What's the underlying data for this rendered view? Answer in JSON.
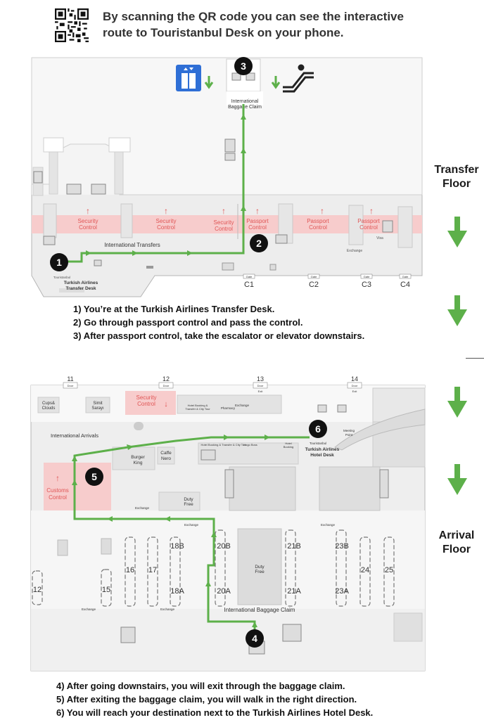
{
  "intro": {
    "line1": "By scanning the QR code you can see the interactive",
    "line2": "route to Touristanbul Desk on your phone."
  },
  "floors": {
    "transfer": [
      "Transfer",
      "Floor"
    ],
    "arrival": [
      "Arrival",
      "Floor"
    ]
  },
  "transfer_map": {
    "security": [
      "Security",
      "Control"
    ],
    "passport": [
      "Passport",
      "Control"
    ],
    "international_transfers": "International Transfers",
    "baggage_claim": [
      "International",
      "Baggage Claim"
    ],
    "transfer_desk": [
      "Touristanbul",
      "Turkish Airlines",
      "Transfer Desk"
    ],
    "exchange": "Exchange",
    "visa": "Visa",
    "gate_word": "Gate",
    "gates": [
      "C1",
      "C2",
      "C3",
      "C4"
    ]
  },
  "arrival_map": {
    "doors": [
      "11",
      "12",
      "13",
      "14"
    ],
    "door_word": "Door",
    "exit_word": "Exit",
    "cups_clouds": [
      "Cups&",
      "Clouds"
    ],
    "simit": [
      "Simit",
      "Sarayı"
    ],
    "security": [
      "Security",
      "Control"
    ],
    "hotel_booking": [
      "Hotel Booking &",
      "Transfer & City Tour"
    ],
    "pharmacy": "Pharmacy",
    "exchange": "Exchange",
    "international_arrivals": "International Arrivals",
    "hotel_booking_2": "Hotel Booking & Transfer & City Tour",
    "hugo": "Hugo Boss",
    "hotel_booking_3": [
      "Hotel",
      "Booking"
    ],
    "burger_king": [
      "Burger",
      "King"
    ],
    "caffe_nero": [
      "Caffe",
      "Nero"
    ],
    "touristanbul": "Touristanbul",
    "hotel_desk": [
      "Turkish Airlines",
      "Hotel Desk"
    ],
    "meeting_point": [
      "Meeting",
      "Point"
    ],
    "customs": [
      "Customs",
      "Control"
    ],
    "duty_free": [
      "Duty",
      "Free"
    ],
    "baggage_claim": "International Baggage Claim",
    "carousels": [
      "12",
      "15",
      "16",
      "17",
      "18B",
      "18A",
      "20B",
      "20A",
      "21B",
      "21A",
      "23B",
      "23A",
      "24",
      "25"
    ]
  },
  "markers": [
    "1",
    "2",
    "3",
    "4",
    "5",
    "6"
  ],
  "steps_top": [
    {
      "pre": "1) You’re at the ",
      "bold": "Turkish Airlines Transfer Desk",
      "post": "."
    },
    {
      "pre": "2) Go through ",
      "bold": "passport control",
      "post": " and pass the control."
    },
    {
      "pre": "3) After passport control, take the escalator or elevator ",
      "bold": "downstairs",
      "post": "."
    }
  ],
  "steps_bottom": [
    {
      "pre": "4) After going downstairs, you will exit through the ",
      "bold": "baggage claim",
      "post": "."
    },
    {
      "pre": "5) After exiting the baggage claim, you will walk in the ",
      "bold": "right",
      "post": " direction."
    },
    {
      "pre": "6) You will reach your destination next to the ",
      "bold": "Turkish Airlines Hotel Desk",
      "post": "."
    }
  ],
  "colors": {
    "route": "#5db04a",
    "red": "#e05454",
    "redzone": "#f7cccc",
    "floor": "#f2f2f2",
    "wall": "#d5d5d5",
    "blue": "#2f6fd6"
  }
}
